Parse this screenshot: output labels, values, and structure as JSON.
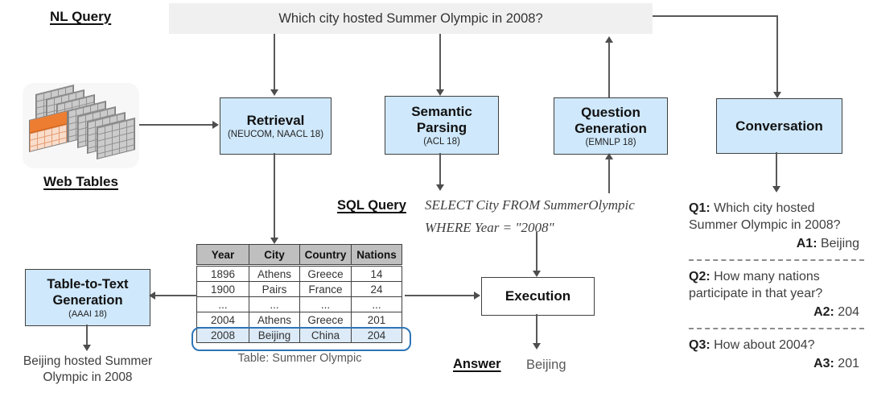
{
  "colors": {
    "node_fill": "#cfe8fb",
    "node_border": "#404040",
    "banner_fill": "#f0f0f0",
    "arrow": "#595959",
    "table_header_fill": "#bfbfbf",
    "highlight_row_fill": "#dcebf7",
    "highlight_row_border": "#2e75b6",
    "web_table_orange": "#ed7d31"
  },
  "icons": {
    "web_tables": "stacked-grid-sheets-with-one-orange-highlighted"
  },
  "labels": {
    "nl_query": "NL Query",
    "web_tables": "Web Tables",
    "sql_query": "SQL Query",
    "answer": "Answer"
  },
  "banner": {
    "text": "Which city hosted Summer Olympic in 2008?"
  },
  "nodes": {
    "retrieval": {
      "title": "Retrieval",
      "subtitle": "(NEUCOM, NAACL 18)"
    },
    "semantic_parsing": {
      "title": "Semantic Parsing",
      "subtitle": "(ACL 18)"
    },
    "question_generation": {
      "title": "Question Generation",
      "subtitle": "(EMNLP 18)"
    },
    "conversation": {
      "title": "Conversation"
    },
    "table_to_text": {
      "title": "Table-to-Text Generation",
      "subtitle": "(AAAI 18)"
    },
    "execution": {
      "title": "Execution"
    }
  },
  "sql": {
    "line1": "SELECT City FROM SummerOlympic",
    "line2": "WHERE Year  = \"2008\""
  },
  "table": {
    "caption": "Table: Summer Olympic",
    "headers": [
      "Year",
      "City",
      "Country",
      "Nations"
    ],
    "rows": [
      [
        "1896",
        "Athens",
        "Greece",
        "14"
      ],
      [
        "1900",
        "Pairs",
        "France",
        "24"
      ],
      [
        "...",
        "...",
        "...",
        "..."
      ],
      [
        "2004",
        "Athens",
        "Greece",
        "201"
      ],
      [
        "2008",
        "Beijing",
        "China",
        "204"
      ]
    ],
    "highlighted_row_index": 4
  },
  "outputs": {
    "table_to_text_result": "Beijing hosted Summer Olympic in 2008",
    "answer_value": "Beijing"
  },
  "conversation_qa": [
    {
      "q_label": "Q1:",
      "q": "Which city hosted Summer Olympic in 2008?",
      "a_label": "A1:",
      "a": "Beijing"
    },
    {
      "q_label": "Q2:",
      "q": "How many nations participate in that year?",
      "a_label": "A2:",
      "a": "204"
    },
    {
      "q_label": "Q3:",
      "q": "How about 2004?",
      "a_label": "A3:",
      "a": "201"
    }
  ]
}
